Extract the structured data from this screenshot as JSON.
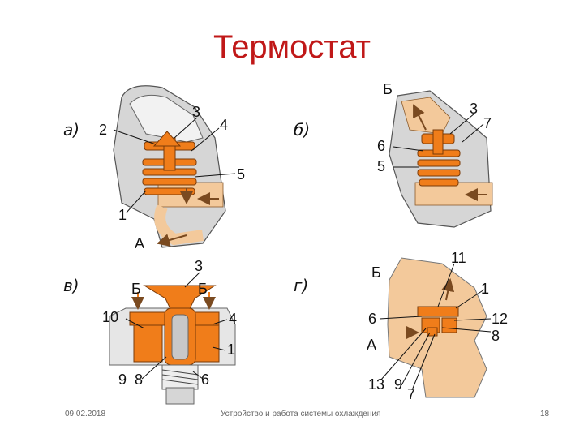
{
  "title": "Термостат",
  "panels": {
    "a": {
      "caption": "а)",
      "labels": [
        "2",
        "3",
        "4",
        "5",
        "1",
        "А"
      ]
    },
    "b": {
      "caption": "б)",
      "labels": [
        "Б",
        "3",
        "7",
        "6",
        "5"
      ]
    },
    "v": {
      "caption": "в)",
      "labels": [
        "3",
        "Б",
        "Б",
        "10",
        "4",
        "1",
        "9",
        "8",
        "6"
      ]
    },
    "g": {
      "caption": "г)",
      "labels": [
        "11",
        "Б",
        "1",
        "6",
        "12",
        "8",
        "А",
        "13",
        "9",
        "7"
      ]
    }
  },
  "footer": {
    "date": "09.02.2018",
    "topic": "Устройство и работа системы охлаждения",
    "page": "18"
  },
  "colors": {
    "title": "#c01818",
    "part_orange": "#f07d1a",
    "coolant_tan": "#f3c99b",
    "housing_gray": "#cfcfcf"
  }
}
